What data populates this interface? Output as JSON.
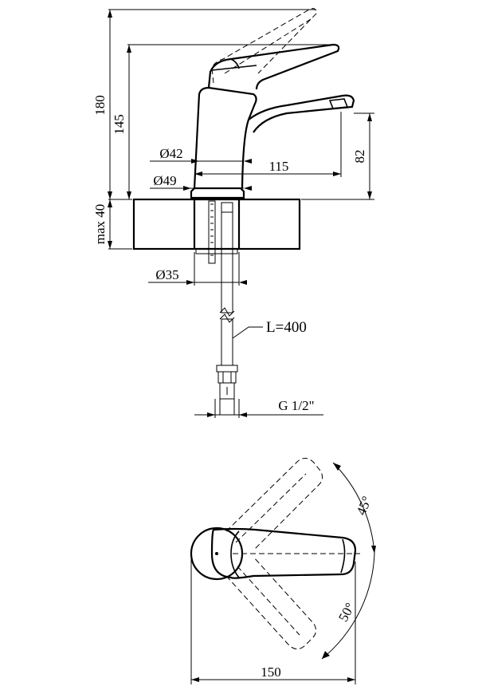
{
  "dimensions": {
    "height_total": "180",
    "height_lever": "145",
    "spout_height": "82",
    "spout_reach": "115",
    "body_diameter": "Ø42",
    "base_diameter": "Ø49",
    "countertop_thickness": "max 40",
    "hole_diameter": "Ø35",
    "hose_length": "L=400",
    "connection_thread": "G 1/2\"",
    "lever_angle_up": "45°",
    "lever_angle_down": "50°",
    "overall_width": "150"
  }
}
